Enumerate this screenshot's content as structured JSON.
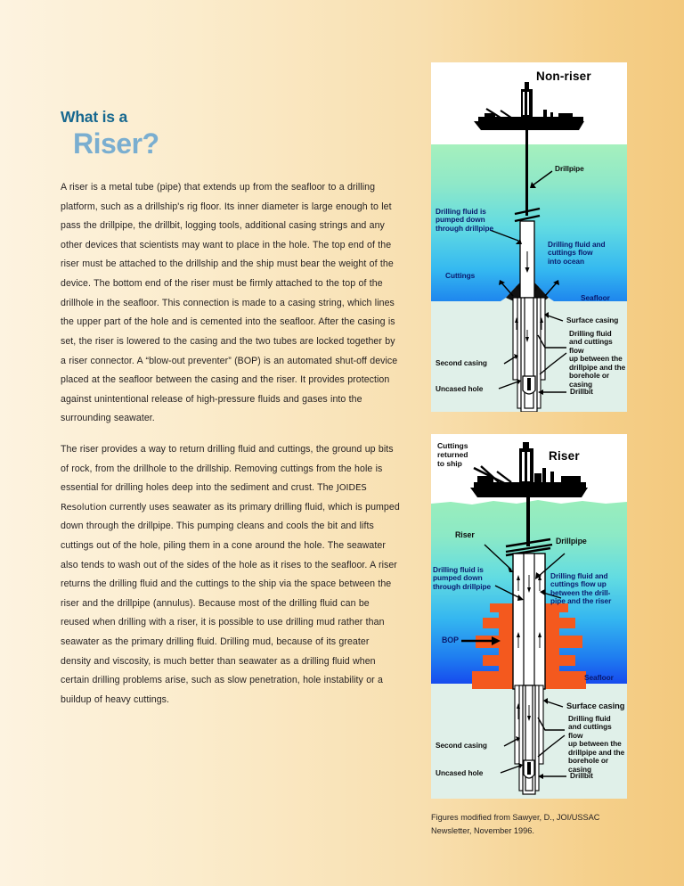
{
  "article": {
    "title_line1": "What is a",
    "title_line2": "Riser?",
    "paragraphs": {
      "p1_a": "A riser is a metal tube (pipe) that extends up from the seafloor to a drilling platform, such as a drillship's rig floor.  Its inner diameter is large enough to let pass the drillpipe, the drillbit, logging tools, additional casing strings and any other devices that scientists may want to place in the hole.  The top end of the riser must be attached to the drillship and the ship must bear the weight of the device.  The bottom end of the riser must be firmly attached to the top of the drillhole in the seafloor.  This connection is made to a casing string, which lines the upper part of the hole and is cemented into the seafloor.  After the casing is set, the riser is lowered to the casing and the two tubes are locked together by a riser connector.  A “blow-out preventer” (BOP) is an automated shut-off device placed at the seafloor between the casing and the riser.  It provides protection against unintentional release of high-pressure fluids and gases into the surrounding seawater.",
      "p2_a": "The riser provides a way to return drilling fluid and cuttings, the ground up bits of rock, from the drillhole to the drillship.  Removing cuttings from the hole is essential for drilling holes deep into the sediment and crust.  The ",
      "p2_ship": "JOIDES Resolution",
      "p2_b": " currently uses seawater as its primary drilling fluid, which is pumped down through the drillpipe.  This pumping cleans and cools the bit and lifts cuttings out of the hole, piling them in a cone around the hole.  The seawater also tends to wash out of the sides of the hole as it rises to the seafloor.  A riser returns the drilling fluid and the cuttings to the ship via the space between the riser and the drillpipe (annulus).  Because most of the drilling fluid can be reused when drilling with a riser, it is possible to use drilling mud rather than seawater as the primary drilling fluid.  Drilling mud, because of its greater density and viscosity, is much better than seawater as a drilling fluid when certain drilling problems arise, such as slow penetration, hole instability or a buildup of heavy cuttings."
    },
    "caption": "Figures modified from Sawyer, D., JOI/USSAC Newsletter, November 1996."
  },
  "figure_nonriser": {
    "title": "Non-riser",
    "labels": {
      "drillpipe": "Drillpipe",
      "fluid_pumped": "Drilling fluid is\npumped down\nthrough drillpipe",
      "fluid_into_ocean": "Drilling fluid and\ncuttings flow\ninto ocean",
      "cuttings": "Cuttings",
      "seafloor": "Seafloor",
      "surface_casing": "Surface casing",
      "second_casing": "Second casing",
      "flow_up": "Drilling fluid\nand cuttings flow\nup between the\ndrillpipe and the\nborehole or casing",
      "uncased_hole": "Uncased hole",
      "drillbit": "Drillbit"
    }
  },
  "figure_riser": {
    "title": "Riser",
    "labels": {
      "cuttings_returned": "Cuttings\nreturned\nto ship",
      "riser": "Riser",
      "drillpipe": "Drillpipe",
      "fluid_pumped": "Drilling fluid is\npumped down\nthrough drillpipe",
      "flow_up_riser": "Drilling fluid and\ncuttings flow up\nbetween the drill-\npipe and the riser",
      "bop": "BOP",
      "seafloor": "Seafloor",
      "surface_casing": "Surface casing",
      "second_casing": "Second casing",
      "flow_up": "Drilling fluid\nand cuttings flow\nup between the\ndrillpipe and the\nborehole or casing",
      "uncased_hole": "Uncased hole",
      "drillbit": "Drillbit"
    }
  },
  "colors": {
    "title_dark": "#17688f",
    "title_light": "#7aaed0",
    "bop_orange": "#f4591e",
    "sediment": "#e0f0e9",
    "water_top": "#a6f0bd",
    "water_bottom": "#1a6ee8",
    "label_navy": "#0a1a6e",
    "page_bg_left": "#fdf3e0",
    "page_bg_right": "#f3c97e"
  }
}
